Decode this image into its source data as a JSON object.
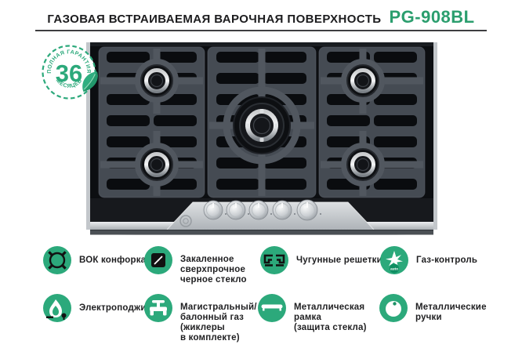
{
  "header": {
    "title": "ГАЗОВАЯ ВСТРАИВАЕМАЯ ВАРОЧНАЯ ПОВЕРХНОСТЬ",
    "model": "PG-908BL"
  },
  "warranty_badge": {
    "arc_top": "ПОЛНАЯ ГАРАНТИЯ",
    "months": "36",
    "arc_bottom": "МЕСЯЦЕВ"
  },
  "features": [
    {
      "icon": "wok-burner-icon",
      "label": "ВОК конфорка"
    },
    {
      "icon": "tempered-glass-icon",
      "label": "Закаленное\nсверхпрочное\nчерное стекло"
    },
    {
      "icon": "cast-iron-grates-icon",
      "label": "Чугунные решетки"
    },
    {
      "icon": "gas-control-icon",
      "label": "Газ-контроль",
      "icon_text": "auto"
    },
    {
      "icon": "electric-ignition-icon",
      "label": "Электроподжиг"
    },
    {
      "icon": "gas-supply-icon",
      "label": "Магистральный/\nбалонный газ\n(жиклеры\nв комплекте)"
    },
    {
      "icon": "metal-frame-icon",
      "label": "Металлическая\nрамка\n(защита стекла)"
    },
    {
      "icon": "metal-handles-icon",
      "label": "Металлические\nручки"
    }
  ],
  "colors": {
    "brand_green": "#2ca97b",
    "model_green": "#2b9e6e",
    "auto_circle_green": "#0f8e62",
    "text_dark": "#1f1f21",
    "glass_black": "#0c0e11",
    "grate_gray": "#51575f",
    "steel_light": "#d9dcde"
  }
}
